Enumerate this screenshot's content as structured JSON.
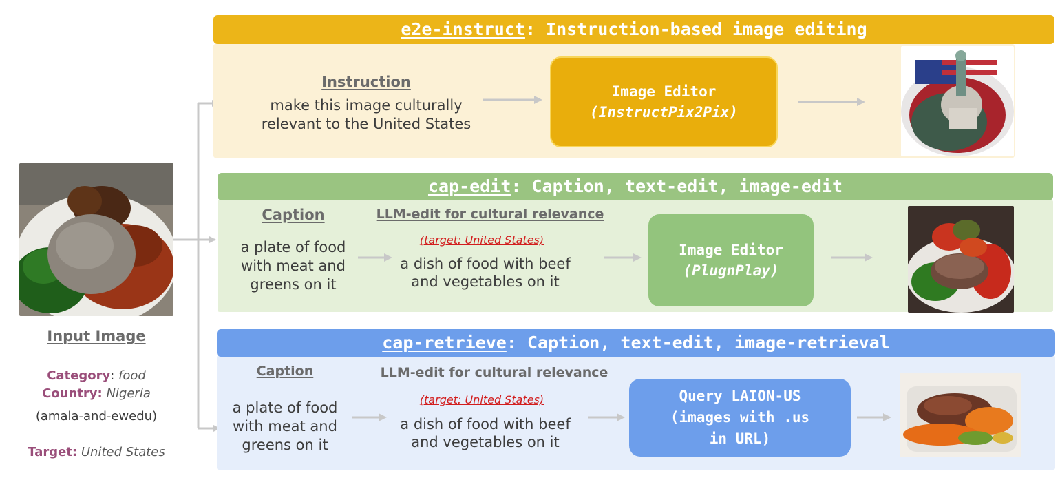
{
  "input": {
    "image_icon": "amala-and-ewedu-plate-photo",
    "title": "Input Image",
    "category_key": "Category",
    "category_value": "food",
    "country_key": "Country:",
    "country_value": "Nigeria",
    "dish": "(amala-and-ewedu)",
    "target_key": "Target:",
    "target_value": "United States"
  },
  "pipelines": {
    "e2e": {
      "name": "e2e-instruct",
      "rest": ": Instruction-based image editing",
      "label": "Instruction",
      "text_line1": "make this image culturally",
      "text_line2": "relevant to the United States",
      "box_title": "Image Editor",
      "box_sub": "(InstructPix2Pix)",
      "output_icon": "capitol-statue-of-liberty-plate-photo"
    },
    "capedit": {
      "name": "cap-edit",
      "rest": ": Caption, text-edit, image-edit",
      "caption_label": "Caption",
      "caption_lines": [
        "a plate of food",
        "with meat and",
        "greens on it"
      ],
      "llm_label": "LLM-edit for cultural relevance",
      "target": "(target: United States)",
      "edit_lines": [
        "a dish of food with beef",
        "and vegetables on it"
      ],
      "box_title": "Image Editor",
      "box_sub": "(PlugnPlay)",
      "output_icon": "beef-and-vegetables-plate-photo"
    },
    "capretrieve": {
      "name": "cap-retrieve",
      "rest": ": Caption, text-edit, image-retrieval",
      "caption_label": "Caption",
      "caption_lines": [
        "a plate of food",
        "with meat and",
        "greens on it"
      ],
      "llm_label": "LLM-edit for cultural relevance",
      "target": "(target: United States)",
      "edit_lines": [
        "a dish of food with beef",
        "and vegetables on it"
      ],
      "box_lines": [
        "Query LAION-US",
        "(images with .us",
        "in URL)"
      ],
      "output_icon": "sliced-pot-roast-photo"
    }
  },
  "colors": {
    "e2e_banner": "#ecb518",
    "e2e_panel": "#fcf1d6",
    "capedit_banner": "#9ac481",
    "capedit_panel": "#e5f0d9",
    "capretrieve_banner": "#6d9eeb",
    "capretrieve_panel": "#e6eefb",
    "arrow": "#c8c8c8",
    "target_red": "#d21d1d"
  }
}
